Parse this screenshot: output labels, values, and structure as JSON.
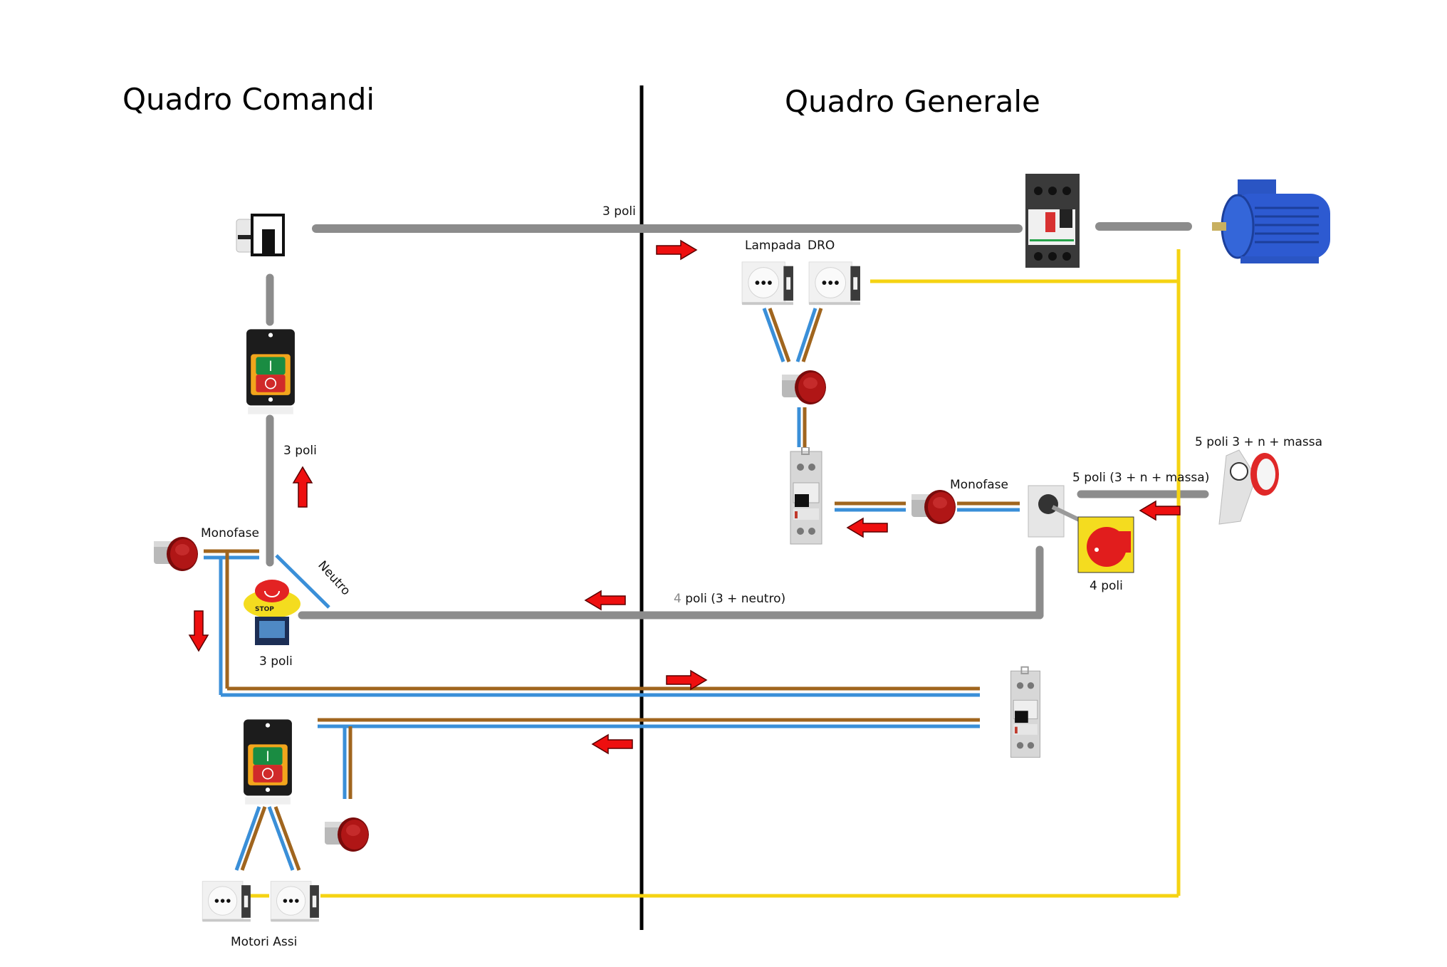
{
  "titles": {
    "left": "Quadro Comandi",
    "right": "Quadro Generale"
  },
  "colors": {
    "cable_3phase": "#8c8c8c",
    "wire_phase": "#a0651e",
    "wire_neutral": "#3a8fd8",
    "wire_earth": "#f5d313",
    "arrow": "#ee0f0f",
    "divider": "#000000"
  },
  "labels": {
    "top_cable": "3 poli",
    "lampada": "Lampada",
    "dro": "DRO",
    "monofase_right": "Monofase",
    "five_poles_cable": "5 poli (3 + n + massa)",
    "five_poles_socket": "5 poli 3 + n + massa",
    "four_poles_switch": "4 poli",
    "four_poles_cable_digit": "4",
    "four_poles_cable_rest": " poli (3 + neutro)",
    "three_poles_vertical": "3 poli",
    "monofase_left": "Monofase",
    "neutro": "Neutro",
    "estop_poles": "3 poli",
    "motori_assi": "Motori Assi"
  },
  "components": [
    {
      "id": "selector-switch",
      "name": "Rotary cam selector switch"
    },
    {
      "id": "onoff-switch-top",
      "name": "ON/OFF push button box (I / O)"
    },
    {
      "id": "emergency-stop",
      "name": "Emergency stop button",
      "text": "STOP"
    },
    {
      "id": "onoff-switch-bottom",
      "name": "ON/OFF push button box (I / O)"
    },
    {
      "id": "motor-protector",
      "name": "Motor protection circuit breaker"
    },
    {
      "id": "motor",
      "name": "Three-phase electric motor"
    },
    {
      "id": "socket-lampada",
      "name": "Schuko socket - Lampada"
    },
    {
      "id": "socket-dro",
      "name": "Schuko socket - DRO"
    },
    {
      "id": "breaker-top",
      "name": "Single pole + neutral breaker"
    },
    {
      "id": "breaker-bottom",
      "name": "Single pole + neutral breaker"
    },
    {
      "id": "main-switch",
      "name": "Main disconnect switch, red/yellow"
    },
    {
      "id": "industrial-socket",
      "name": "Industrial 5-pole socket"
    },
    {
      "id": "pilot-light-1",
      "name": "Red pilot light"
    },
    {
      "id": "pilot-light-2",
      "name": "Red pilot light"
    },
    {
      "id": "pilot-light-3",
      "name": "Red pilot light"
    },
    {
      "id": "pilot-light-4",
      "name": "Red pilot light"
    },
    {
      "id": "socket-motori-1",
      "name": "Schuko socket - Motori Assi"
    },
    {
      "id": "socket-motori-2",
      "name": "Schuko socket - Motori Assi"
    }
  ],
  "switch_glyphs": {
    "on": "I",
    "off": "O"
  },
  "estop_text": "STOP"
}
